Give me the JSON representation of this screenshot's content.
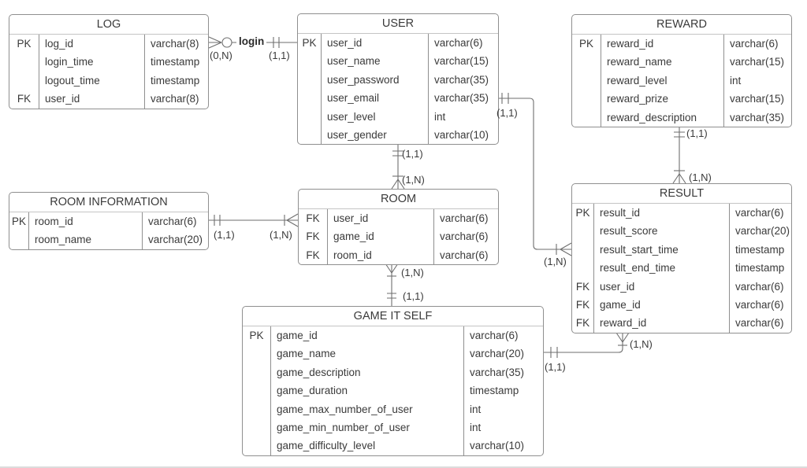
{
  "tables": {
    "log": {
      "title": "LOG",
      "rows": [
        {
          "k": "PK",
          "n": "log_id",
          "t": "varchar(8)"
        },
        {
          "k": "",
          "n": "login_time",
          "t": "timestamp"
        },
        {
          "k": "",
          "n": "logout_time",
          "t": "timestamp"
        },
        {
          "k": "FK",
          "n": "user_id",
          "t": "varchar(8)"
        }
      ]
    },
    "user": {
      "title": "USER",
      "rows": [
        {
          "k": "PK",
          "n": "user_id",
          "t": "varchar(6)"
        },
        {
          "k": "",
          "n": "user_name",
          "t": "varchar(15)"
        },
        {
          "k": "",
          "n": "user_password",
          "t": "varchar(35)"
        },
        {
          "k": "",
          "n": "user_email",
          "t": "varchar(35)"
        },
        {
          "k": "",
          "n": "user_level",
          "t": "int"
        },
        {
          "k": "",
          "n": "user_gender",
          "t": "varchar(10)"
        }
      ]
    },
    "reward": {
      "title": "REWARD",
      "rows": [
        {
          "k": "PK",
          "n": "reward_id",
          "t": "varchar(6)"
        },
        {
          "k": "",
          "n": "reward_name",
          "t": "varchar(15)"
        },
        {
          "k": "",
          "n": "reward_level",
          "t": "int"
        },
        {
          "k": "",
          "n": "reward_prize",
          "t": "varchar(15)"
        },
        {
          "k": "",
          "n": "reward_description",
          "t": "varchar(35)"
        }
      ]
    },
    "room_information": {
      "title": "ROOM INFORMATION",
      "rows": [
        {
          "k": "PK",
          "n": "room_id",
          "t": "varchar(6)"
        },
        {
          "k": "",
          "n": "room_name",
          "t": "varchar(20)"
        }
      ]
    },
    "room": {
      "title": "ROOM",
      "rows": [
        {
          "k": "FK",
          "n": "user_id",
          "t": "varchar(6)"
        },
        {
          "k": "FK",
          "n": "game_id",
          "t": "varchar(6)"
        },
        {
          "k": "FK",
          "n": "room_id",
          "t": "varchar(6)"
        }
      ]
    },
    "result": {
      "title": "RESULT",
      "rows": [
        {
          "k": "PK",
          "n": "result_id",
          "t": "varchar(6)"
        },
        {
          "k": "",
          "n": "result_score",
          "t": "varchar(20)"
        },
        {
          "k": "",
          "n": "result_start_time",
          "t": "timestamp"
        },
        {
          "k": "",
          "n": "result_end_time",
          "t": "timestamp"
        },
        {
          "k": "FK",
          "n": "user_id",
          "t": "varchar(6)"
        },
        {
          "k": "FK",
          "n": "game_id",
          "t": "varchar(6)"
        },
        {
          "k": "FK",
          "n": "reward_id",
          "t": "varchar(6)"
        }
      ]
    },
    "game": {
      "title": "GAME IT SELF",
      "rows": [
        {
          "k": "PK",
          "n": "game_id",
          "t": "varchar(6)"
        },
        {
          "k": "",
          "n": "game_name",
          "t": "varchar(20)"
        },
        {
          "k": "",
          "n": "game_description",
          "t": "varchar(35)"
        },
        {
          "k": "",
          "n": "game_duration",
          "t": "timestamp"
        },
        {
          "k": "",
          "n": "game_max_number_of_user",
          "t": "int"
        },
        {
          "k": "",
          "n": "game_min_number_of_user",
          "t": "int"
        },
        {
          "k": "",
          "n": "game_difficulty_level",
          "t": "varchar(10)"
        }
      ]
    }
  },
  "relationships": {
    "log_user": {
      "name": "login",
      "source_card": "(0,N)",
      "target_card": "(1,1)"
    },
    "roominfo_room": {
      "source_card": "(1,1)",
      "target_card": "(1,N)"
    },
    "user_room": {
      "source_card": "(1,1)",
      "target_card": "(1,N)"
    },
    "room_game": {
      "source_card": "(1,N)",
      "target_card": "(1,1)"
    },
    "reward_result": {
      "source_card": "(1,1)",
      "target_card": "(1,N)"
    },
    "user_result": {
      "source_card": "(1,1)",
      "target_card": "(1,N)"
    },
    "game_result": {
      "source_card": "(1,1)",
      "target_card": "(1,N)"
    }
  },
  "colors": {
    "background": "#ffffff",
    "table_border": "#8f8f8f",
    "title_divider": "#c4c4c4",
    "wire": "#6e6e6e",
    "text": "#3a3a3a"
  }
}
